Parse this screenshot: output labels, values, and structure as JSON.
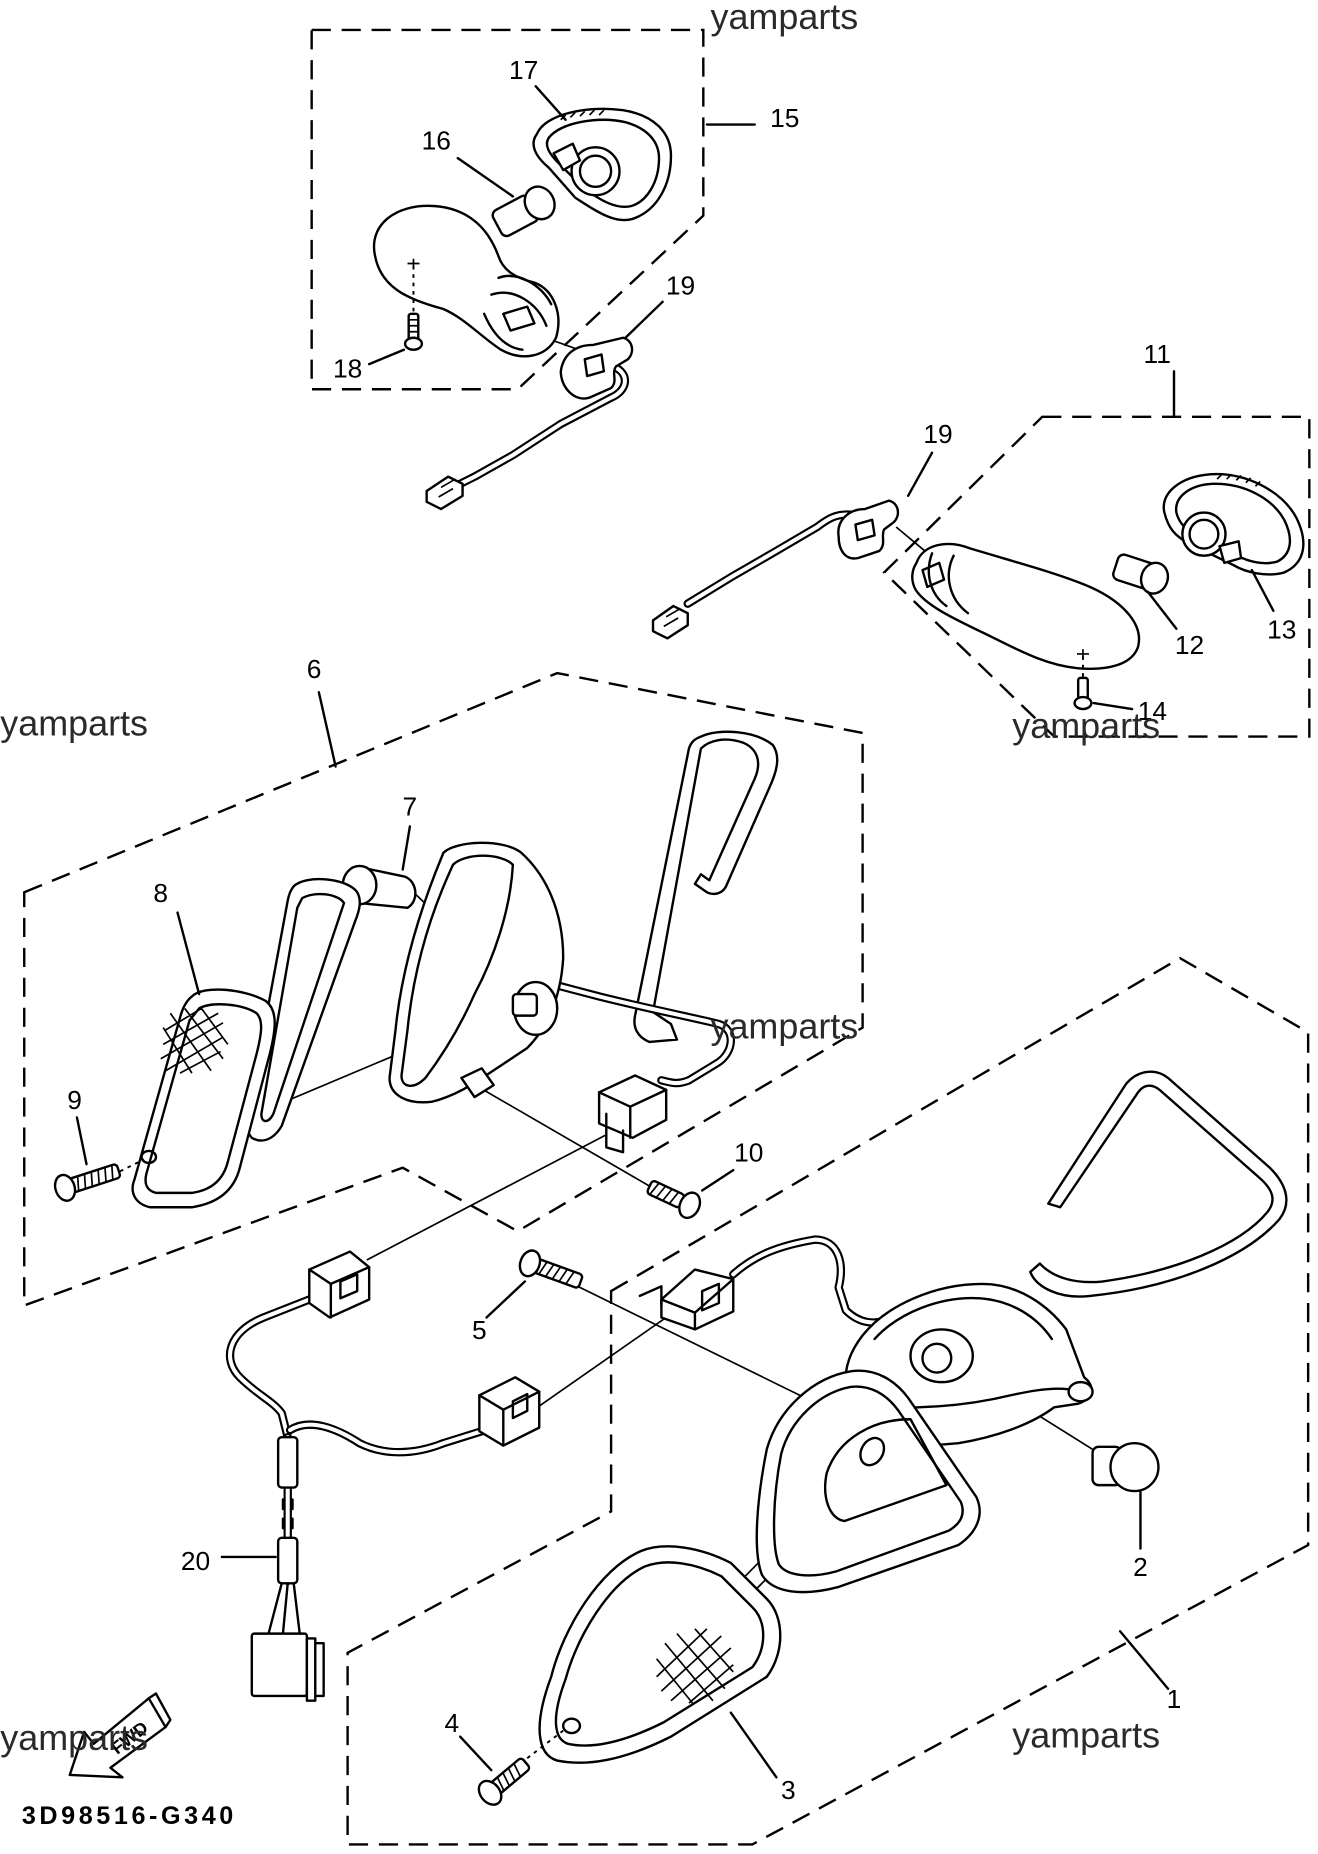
{
  "diagram": {
    "code": "3D98516-G340",
    "fwd_label": "FWD",
    "watermarks": [
      "yamparts",
      "yamparts",
      "yamparts",
      "yamparts",
      "yamparts",
      "yamparts"
    ],
    "callouts": {
      "part_1": "1",
      "part_2": "2",
      "part_3": "3",
      "part_4": "4",
      "part_5": "5",
      "part_6": "6",
      "part_7": "7",
      "part_8": "8",
      "part_9": "9",
      "part_10": "10",
      "part_11": "11",
      "part_12": "12",
      "part_13": "13",
      "part_14": "14",
      "part_15": "15",
      "part_16": "16",
      "part_17": "17",
      "part_18": "18",
      "part_19_upper": "19",
      "part_19_right": "19",
      "part_20": "20"
    }
  }
}
